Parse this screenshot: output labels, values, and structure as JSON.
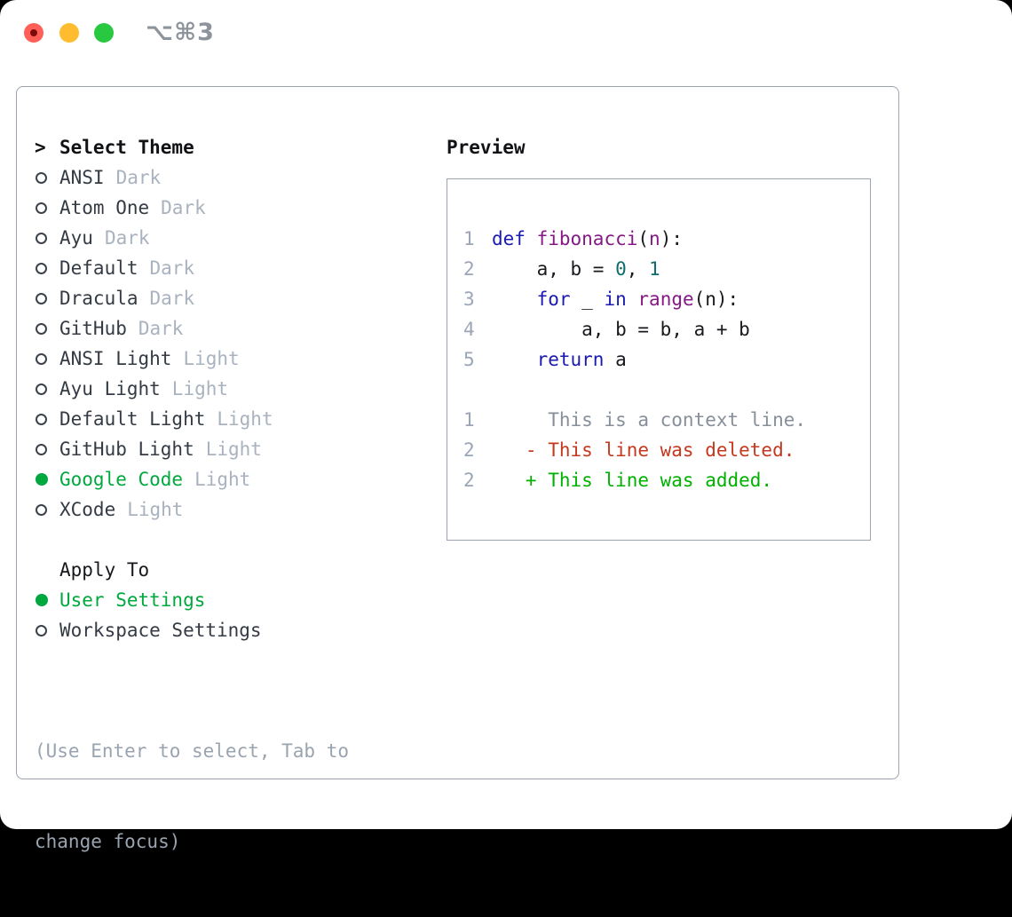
{
  "window": {
    "shortcut": "⌥⌘3"
  },
  "colors": {
    "selection_green": "#00a83e",
    "added_green": "#00b100",
    "deleted_red": "#c4381f",
    "keyword_blue": "#1a1ab0",
    "function_purple": "#851985",
    "number_teal": "#0d6d6d",
    "muted_gray": "#9aa4b0",
    "border_gray": "#9aa3af",
    "traffic_red": "#ff5f57",
    "traffic_yellow": "#febc2e",
    "traffic_green": "#28c840"
  },
  "theme_list": {
    "title_marker": ">",
    "title": "Select Theme",
    "items": [
      {
        "name": "ANSI",
        "tag": "Dark",
        "selected": false
      },
      {
        "name": "Atom One",
        "tag": "Dark",
        "selected": false
      },
      {
        "name": "Ayu",
        "tag": "Dark",
        "selected": false
      },
      {
        "name": "Default",
        "tag": "Dark",
        "selected": false
      },
      {
        "name": "Dracula",
        "tag": "Dark",
        "selected": false
      },
      {
        "name": "GitHub",
        "tag": "Dark",
        "selected": false
      },
      {
        "name": "ANSI Light",
        "tag": "Light",
        "selected": false
      },
      {
        "name": "Ayu Light",
        "tag": "Light",
        "selected": false
      },
      {
        "name": "Default Light",
        "tag": "Light",
        "selected": false
      },
      {
        "name": "GitHub Light",
        "tag": "Light",
        "selected": false
      },
      {
        "name": "Google Code",
        "tag": "Light",
        "selected": true
      },
      {
        "name": "XCode",
        "tag": "Light",
        "selected": false
      }
    ]
  },
  "apply_to": {
    "title": "Apply To",
    "options": [
      {
        "name": "User Settings",
        "selected": true
      },
      {
        "name": "Workspace Settings",
        "selected": false
      }
    ]
  },
  "help_text": [
    "(Use Enter to select, Tab to",
    "change focus)"
  ],
  "preview": {
    "title": "Preview",
    "code_lines": [
      {
        "num": "1",
        "tokens": [
          {
            "c": "kw",
            "t": "def"
          },
          {
            "c": "pl",
            "t": " "
          },
          {
            "c": "fn",
            "t": "fibonacci"
          },
          {
            "c": "pl",
            "t": "("
          },
          {
            "c": "fn",
            "t": "n"
          },
          {
            "c": "pl",
            "t": "):"
          }
        ]
      },
      {
        "num": "2",
        "tokens": [
          {
            "c": "pl",
            "t": "    a, b = "
          },
          {
            "c": "num",
            "t": "0"
          },
          {
            "c": "pl",
            "t": ", "
          },
          {
            "c": "num",
            "t": "1"
          }
        ]
      },
      {
        "num": "3",
        "tokens": [
          {
            "c": "pl",
            "t": "    "
          },
          {
            "c": "kw",
            "t": "for"
          },
          {
            "c": "pl",
            "t": " _ "
          },
          {
            "c": "kw",
            "t": "in"
          },
          {
            "c": "pl",
            "t": " "
          },
          {
            "c": "fn",
            "t": "range"
          },
          {
            "c": "pl",
            "t": "(n):"
          }
        ]
      },
      {
        "num": "4",
        "tokens": [
          {
            "c": "pl",
            "t": "        a, b = b, a + b"
          }
        ]
      },
      {
        "num": "5",
        "tokens": [
          {
            "c": "pl",
            "t": "    "
          },
          {
            "c": "kw",
            "t": "return"
          },
          {
            "c": "pl",
            "t": " a"
          }
        ]
      }
    ],
    "diff_lines": [
      {
        "num": "1",
        "kind": "ctx",
        "text": "     This is a context line."
      },
      {
        "num": "2",
        "kind": "del",
        "text": "   - This line was deleted."
      },
      {
        "num": "2",
        "kind": "add",
        "text": "   + This line was added."
      }
    ]
  }
}
